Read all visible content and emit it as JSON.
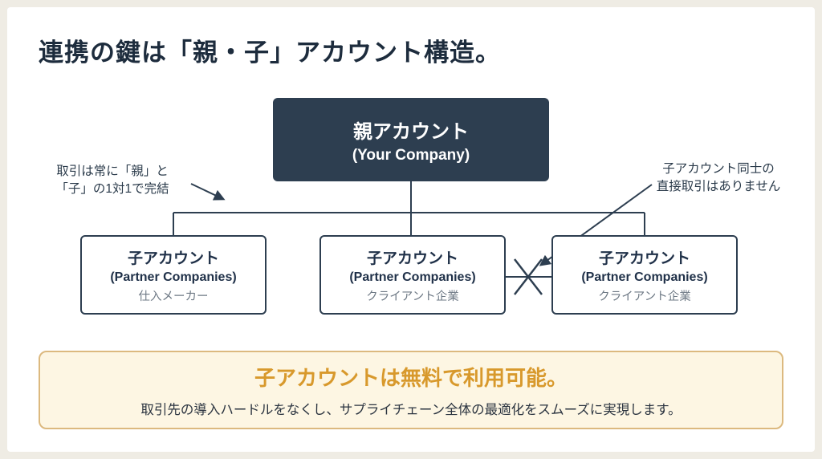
{
  "slide": {
    "title": "連携の鍵は「親・子」アカウント構造。"
  },
  "diagram": {
    "parent": {
      "title": "親アカウント",
      "subtitle": "(Your Company)"
    },
    "children": [
      {
        "title": "子アカウント",
        "subtitle": "(Partner Companies)",
        "label": "仕入メーカー"
      },
      {
        "title": "子アカウント",
        "subtitle": "(Partner Companies)",
        "label": "クライアント企業"
      },
      {
        "title": "子アカウント",
        "subtitle": "(Partner Companies)",
        "label": "クライアント企業"
      }
    ],
    "annotations": {
      "left": {
        "line1": "取引は常に「親」と",
        "line2": "「子」の1対1で完結"
      },
      "right": {
        "line1": "子アカウント同士の",
        "line2": "直接取引はありません"
      }
    }
  },
  "banner": {
    "title": "子アカウントは無料で利用可能。",
    "subtitle": "取引先の導入ハードルをなくし、サプライチェーン全体の最適化をスムーズに実現します。"
  },
  "colors": {
    "navy": "#2d3e50",
    "background_frame": "#efece4",
    "banner_background": "#fdf6e3",
    "banner_border": "#dcb97f",
    "banner_title": "#d8992c",
    "muted_text": "#6e7985"
  }
}
